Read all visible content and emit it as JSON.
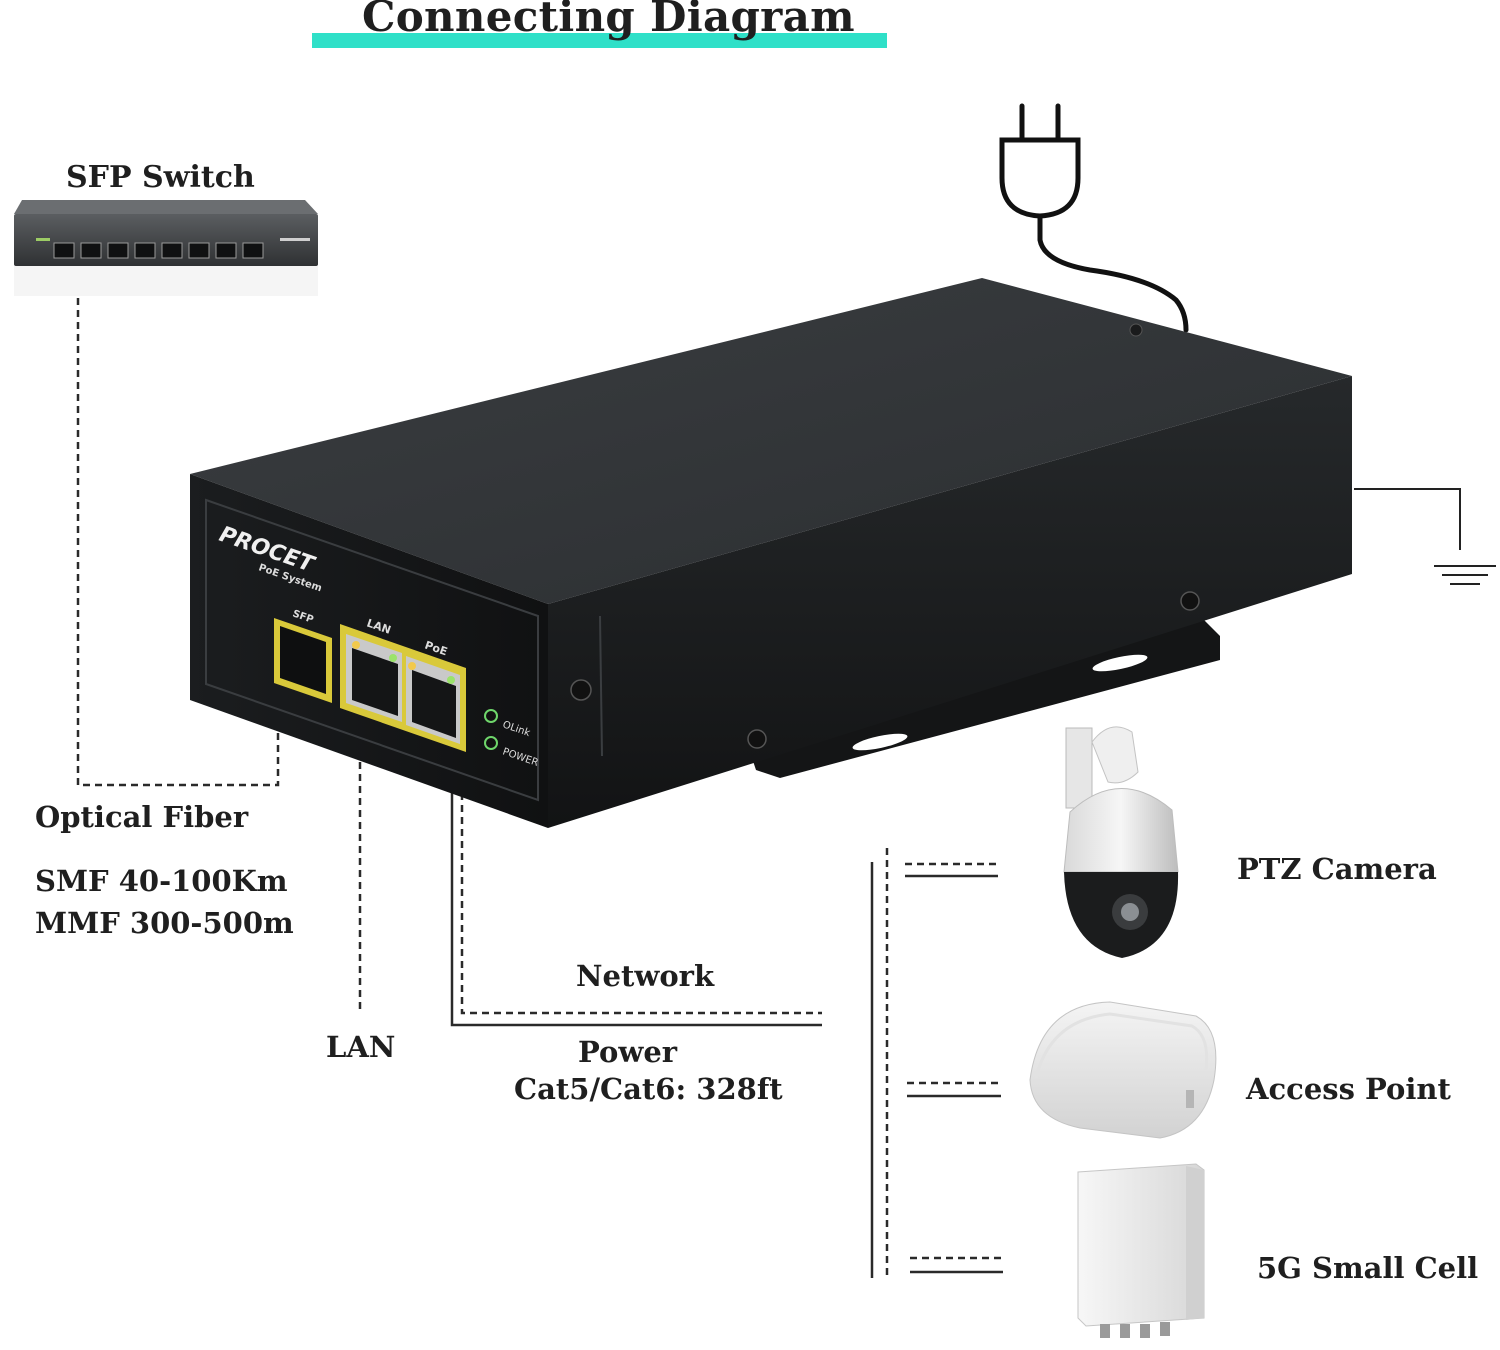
{
  "title": "Connecting Diagram",
  "colors": {
    "accent": "#2fe0c8",
    "device": "#1e2022",
    "port_frame": "#d9c93a",
    "dashed_line": "#2a2a2a"
  },
  "labels": {
    "sfp_switch": "SFP Switch",
    "optical_fiber": "Optical Fiber",
    "smf": "SMF 40-100Km",
    "mmf": "MMF 300-500m",
    "lan": "LAN",
    "network": "Network",
    "power": "Power",
    "cable": "Cat5/Cat6: 328ft",
    "ptz_camera": "PTZ Camera",
    "access_point": "Access Point",
    "small_cell": "5G Small Cell"
  },
  "device": {
    "brand": "PROCET",
    "brand_sub": "PoE System",
    "ports": {
      "sfp": "SFP",
      "lan": "LAN",
      "poe": "PoE"
    },
    "leds": {
      "link": "OLink",
      "power": "POWER"
    }
  },
  "icons": {
    "power_plug": "power-plug-icon",
    "ground": "ground-icon",
    "switch": "sfp-switch-image",
    "camera": "ptz-camera-image",
    "access_point": "access-point-image",
    "small_cell": "small-cell-image"
  }
}
